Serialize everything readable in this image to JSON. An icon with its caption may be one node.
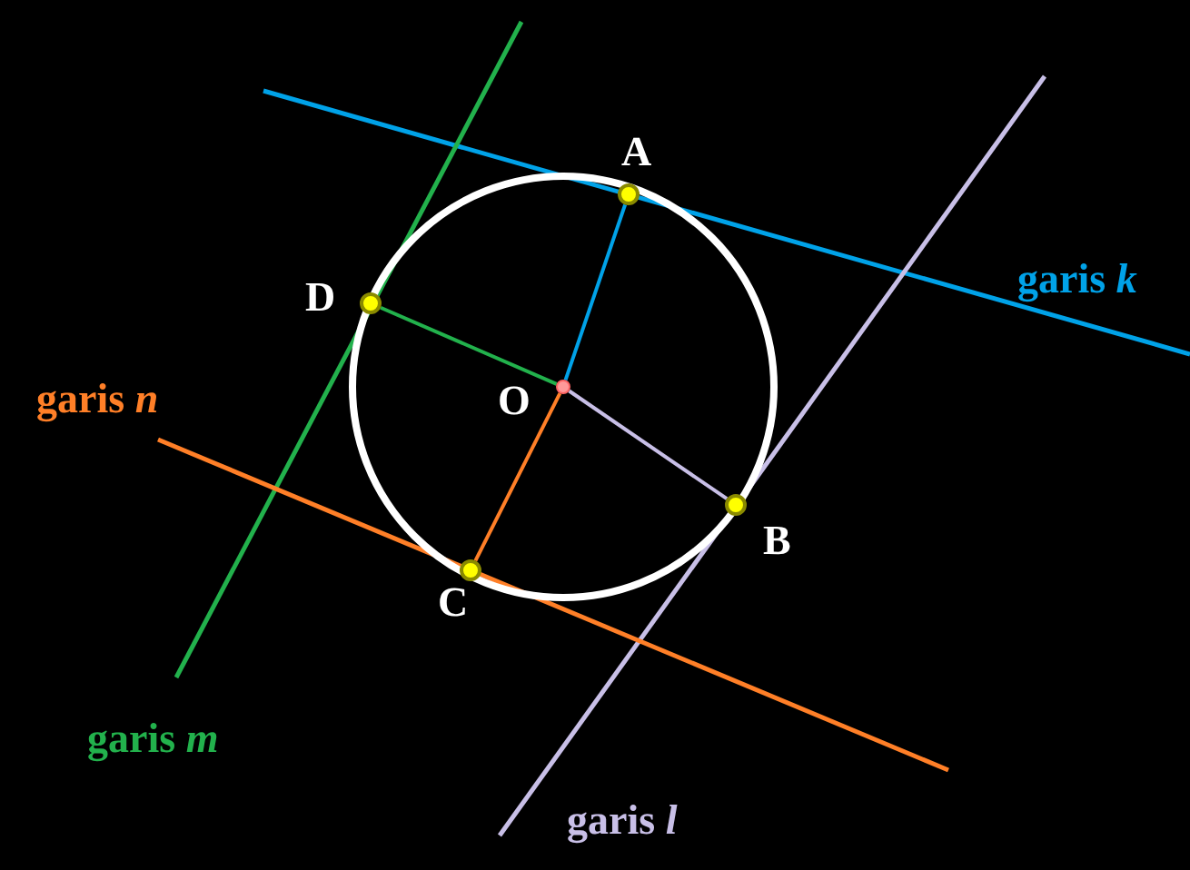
{
  "diagram": {
    "nodes": [
      {
        "text": [],
        "shape": "circle",
        "beside": [
          "A"
        ]
      },
      {
        "text": [],
        "shape": "circle",
        "beside": [
          "D"
        ]
      },
      {
        "text": [],
        "shape": "circle",
        "beside": [
          "O"
        ]
      },
      {
        "text": [],
        "shape": "circle",
        "beside": [
          "B"
        ]
      },
      {
        "text": [],
        "shape": "circle",
        "beside": [
          "C"
        ]
      }
    ],
    "edges": [
      {
        "from": 2,
        "to": 0,
        "arrow": "none",
        "color": "#00a2e8"
      },
      {
        "from": 2,
        "to": 1,
        "arrow": "none",
        "color": "#22b14c"
      },
      {
        "from": 2,
        "to": 4,
        "arrow": "none",
        "color": "#ff7f27"
      },
      {
        "from": 2,
        "to": 3,
        "arrow": "none",
        "color": "#c8bfe7"
      }
    ],
    "labels": [
      "garis *k*",
      "garis *n*",
      "garis *m*",
      "garis *l*"
    ]
  }
}
